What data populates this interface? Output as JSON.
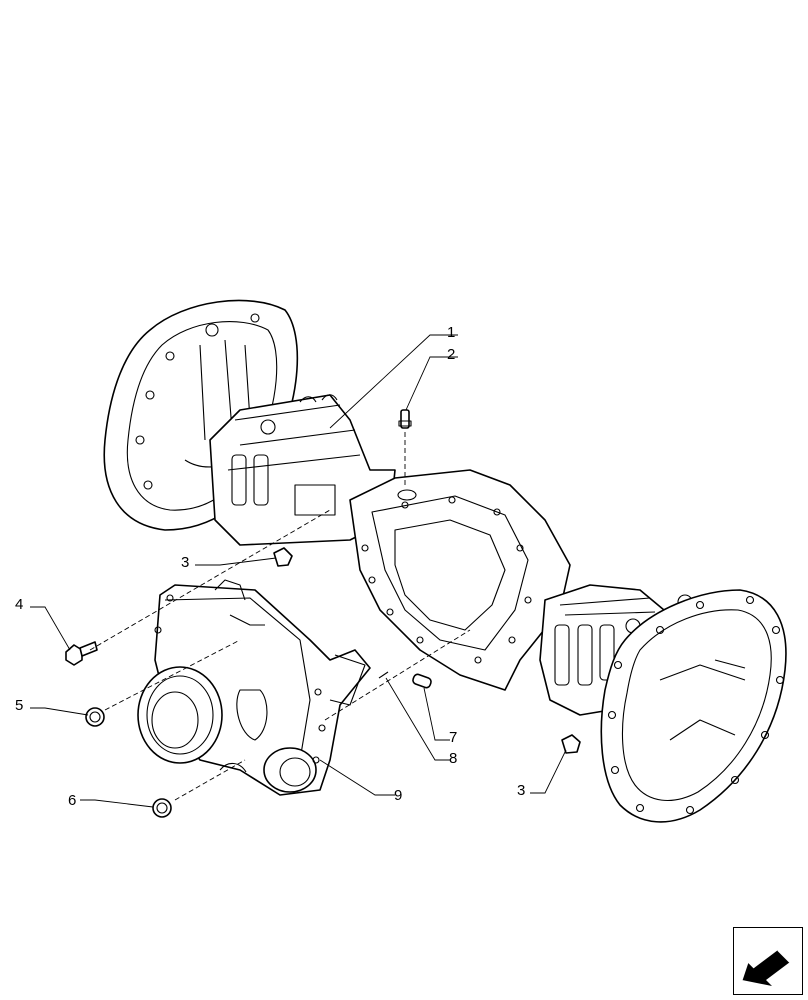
{
  "callouts": [
    {
      "id": "c1",
      "label": "1"
    },
    {
      "id": "c2",
      "label": "2"
    },
    {
      "id": "c3a",
      "label": "3"
    },
    {
      "id": "c4",
      "label": "4"
    },
    {
      "id": "c5",
      "label": "5"
    },
    {
      "id": "c6",
      "label": "6"
    },
    {
      "id": "c7",
      "label": "7"
    },
    {
      "id": "c8",
      "label": "8"
    },
    {
      "id": "c9",
      "label": "9"
    },
    {
      "id": "c3b",
      "label": "3"
    }
  ],
  "nav_icon": "arrow-back-icon"
}
